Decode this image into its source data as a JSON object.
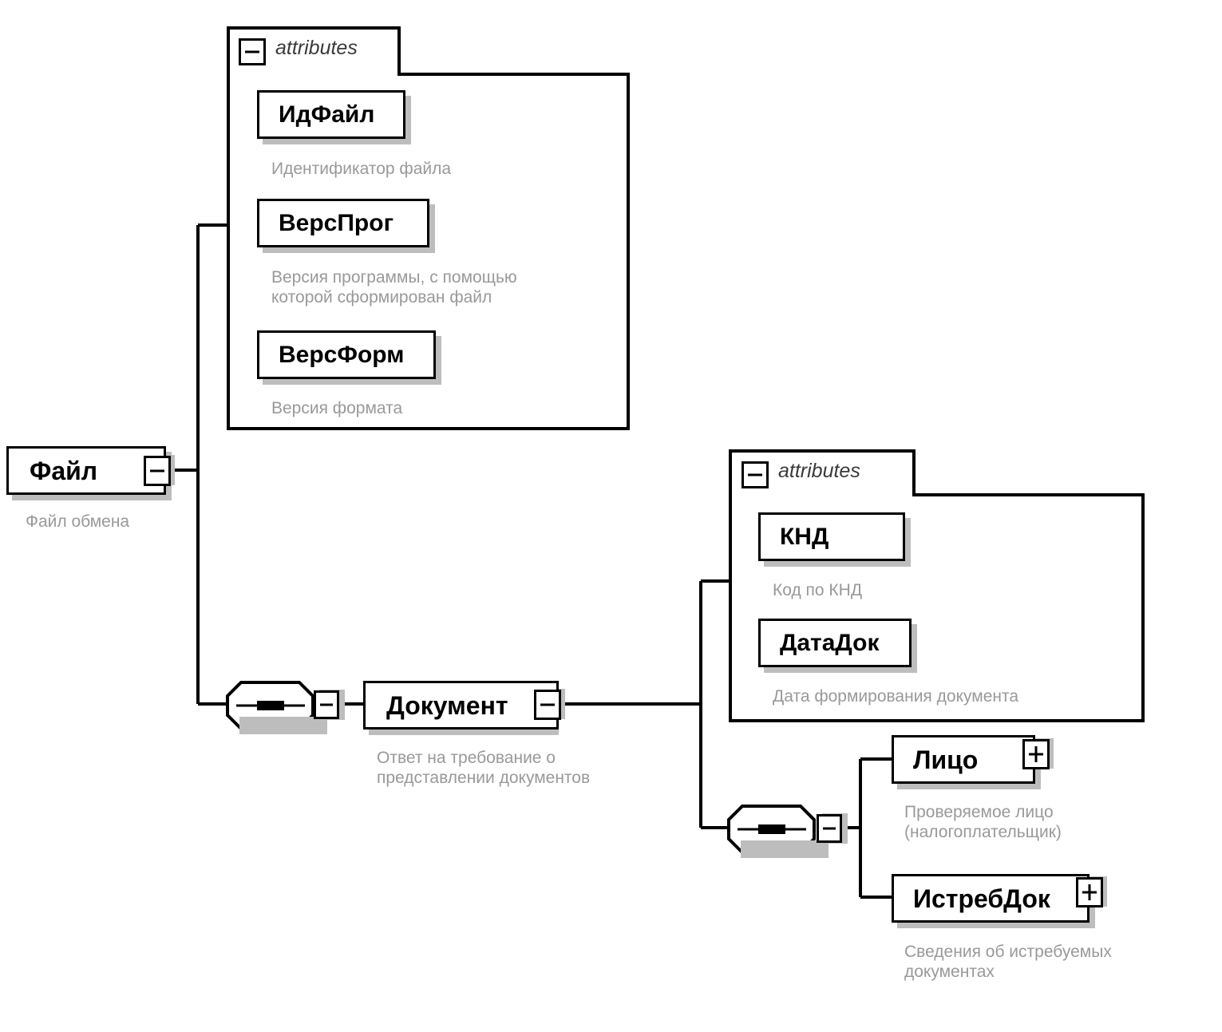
{
  "diagram": {
    "kind": "xml-schema-tree",
    "background_color": "#ffffff",
    "line_color": "#000000",
    "shadow_color": "#bdbdbd",
    "description_color": "#999999",
    "attributes_group_label": "attributes",
    "expand_icon": "plus-icon",
    "collapse_icon": "minus-icon",
    "sequence_icon": "sequence-compositor-icon"
  },
  "nodes": {
    "file": {
      "name": "Файл",
      "description": "Файл обмена",
      "toggle": "minus-icon"
    },
    "file_attributes": {
      "title": "attributes",
      "toggle": "minus-icon",
      "items": [
        {
          "name": "ИдФайл",
          "description": "Идентификатор файла"
        },
        {
          "name": "ВерсПрог",
          "description": "Версия программы, с помощью\nкоторой сформирован файл"
        },
        {
          "name": "ВерсФорм",
          "description": "Версия формата"
        }
      ]
    },
    "document": {
      "name": "Документ",
      "description": "Ответ на требование о\nпредставлении документов",
      "toggle": "minus-icon"
    },
    "document_attributes": {
      "title": "attributes",
      "toggle": "minus-icon",
      "items": [
        {
          "name": "КНД",
          "description": "Код по КНД"
        },
        {
          "name": "ДатаДок",
          "description": "Дата формирования документа"
        }
      ]
    },
    "document_children": [
      {
        "name": "Лицо",
        "description": "Проверяемое лицо\n(налогоплательщик)",
        "toggle": "plus-icon"
      },
      {
        "name": "ИстребДок",
        "description": "Сведения об истребуемых\nдокументах",
        "toggle": "plus-icon"
      }
    ]
  }
}
